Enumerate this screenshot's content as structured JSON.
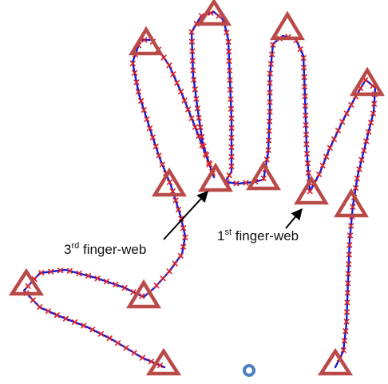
{
  "labels": {
    "third_web": {
      "ordinal": "3",
      "suffix": "rd",
      "text": " finger-web"
    },
    "first_web": {
      "ordinal": "1",
      "suffix": "st",
      "text": " finger-web"
    }
  },
  "colors": {
    "contour": "#1c1cd6",
    "sample_mark": "#e02020",
    "landmark": "#b94a48",
    "arrow": "#000000",
    "centroid": "#4a7fc1"
  },
  "icons": {
    "landmark": "triangle-icon",
    "sample_mark": "x-mark-icon",
    "centroid": "circle-icon"
  }
}
